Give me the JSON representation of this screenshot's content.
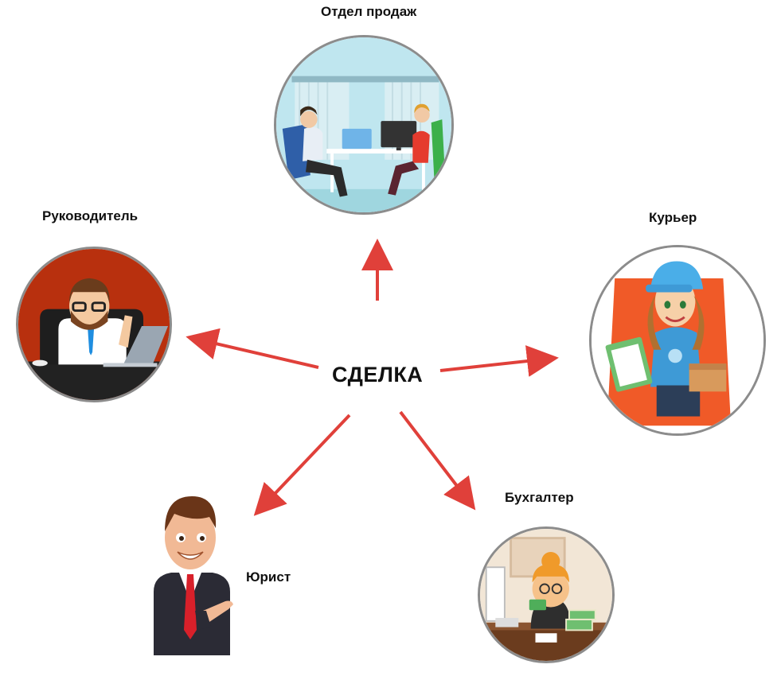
{
  "center_label": "СДЕЛКА",
  "nodes": {
    "sales": {
      "label": "Отдел продаж",
      "icon": "sales-department-illustration"
    },
    "manager": {
      "label": "Руководитель",
      "icon": "manager-illustration"
    },
    "courier": {
      "label": "Курьер",
      "icon": "courier-illustration"
    },
    "lawyer": {
      "label": "Юрист",
      "icon": "lawyer-illustration"
    },
    "accountant": {
      "label": "Бухгалтер",
      "icon": "accountant-illustration"
    }
  },
  "colors": {
    "arrow": "#e0403a",
    "circle_border": "#8c8c8c"
  }
}
